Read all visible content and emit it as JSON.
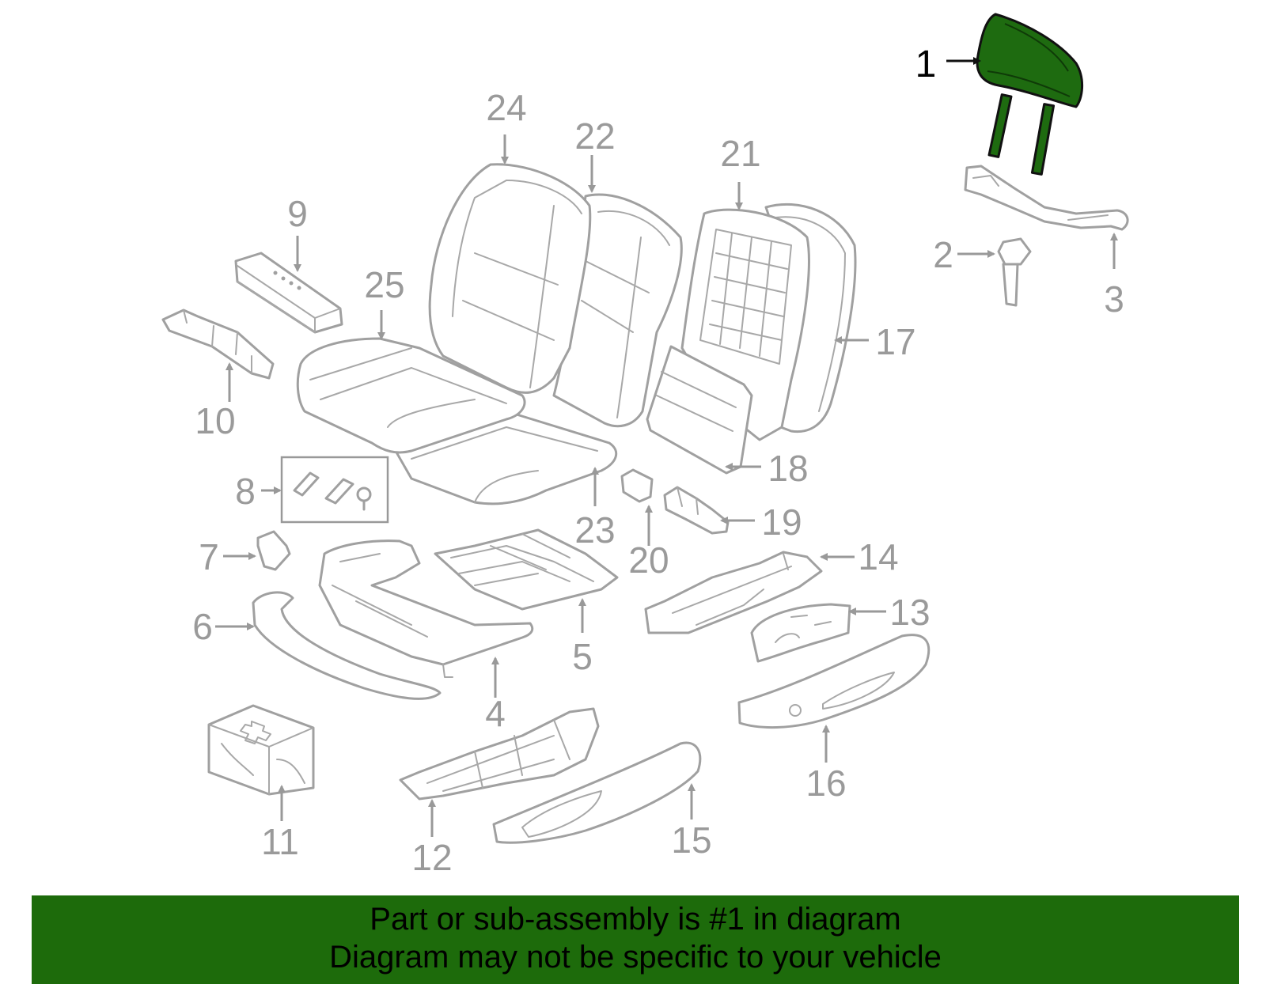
{
  "diagram": {
    "selected_part": "1",
    "callouts": [
      "1",
      "2",
      "3",
      "4",
      "5",
      "6",
      "7",
      "8",
      "9",
      "10",
      "11",
      "12",
      "13",
      "14",
      "15",
      "16",
      "17",
      "18",
      "19",
      "20",
      "21",
      "22",
      "23",
      "24",
      "25"
    ],
    "colors": {
      "highlight": "#1e6b10",
      "banner": "#1d6b0b",
      "line": "#a0a0a0",
      "label": "#9a9a9a"
    }
  },
  "banner": {
    "line1": "Part or sub-assembly is #1 in diagram",
    "line2": "Diagram may not be specific to your vehicle"
  }
}
